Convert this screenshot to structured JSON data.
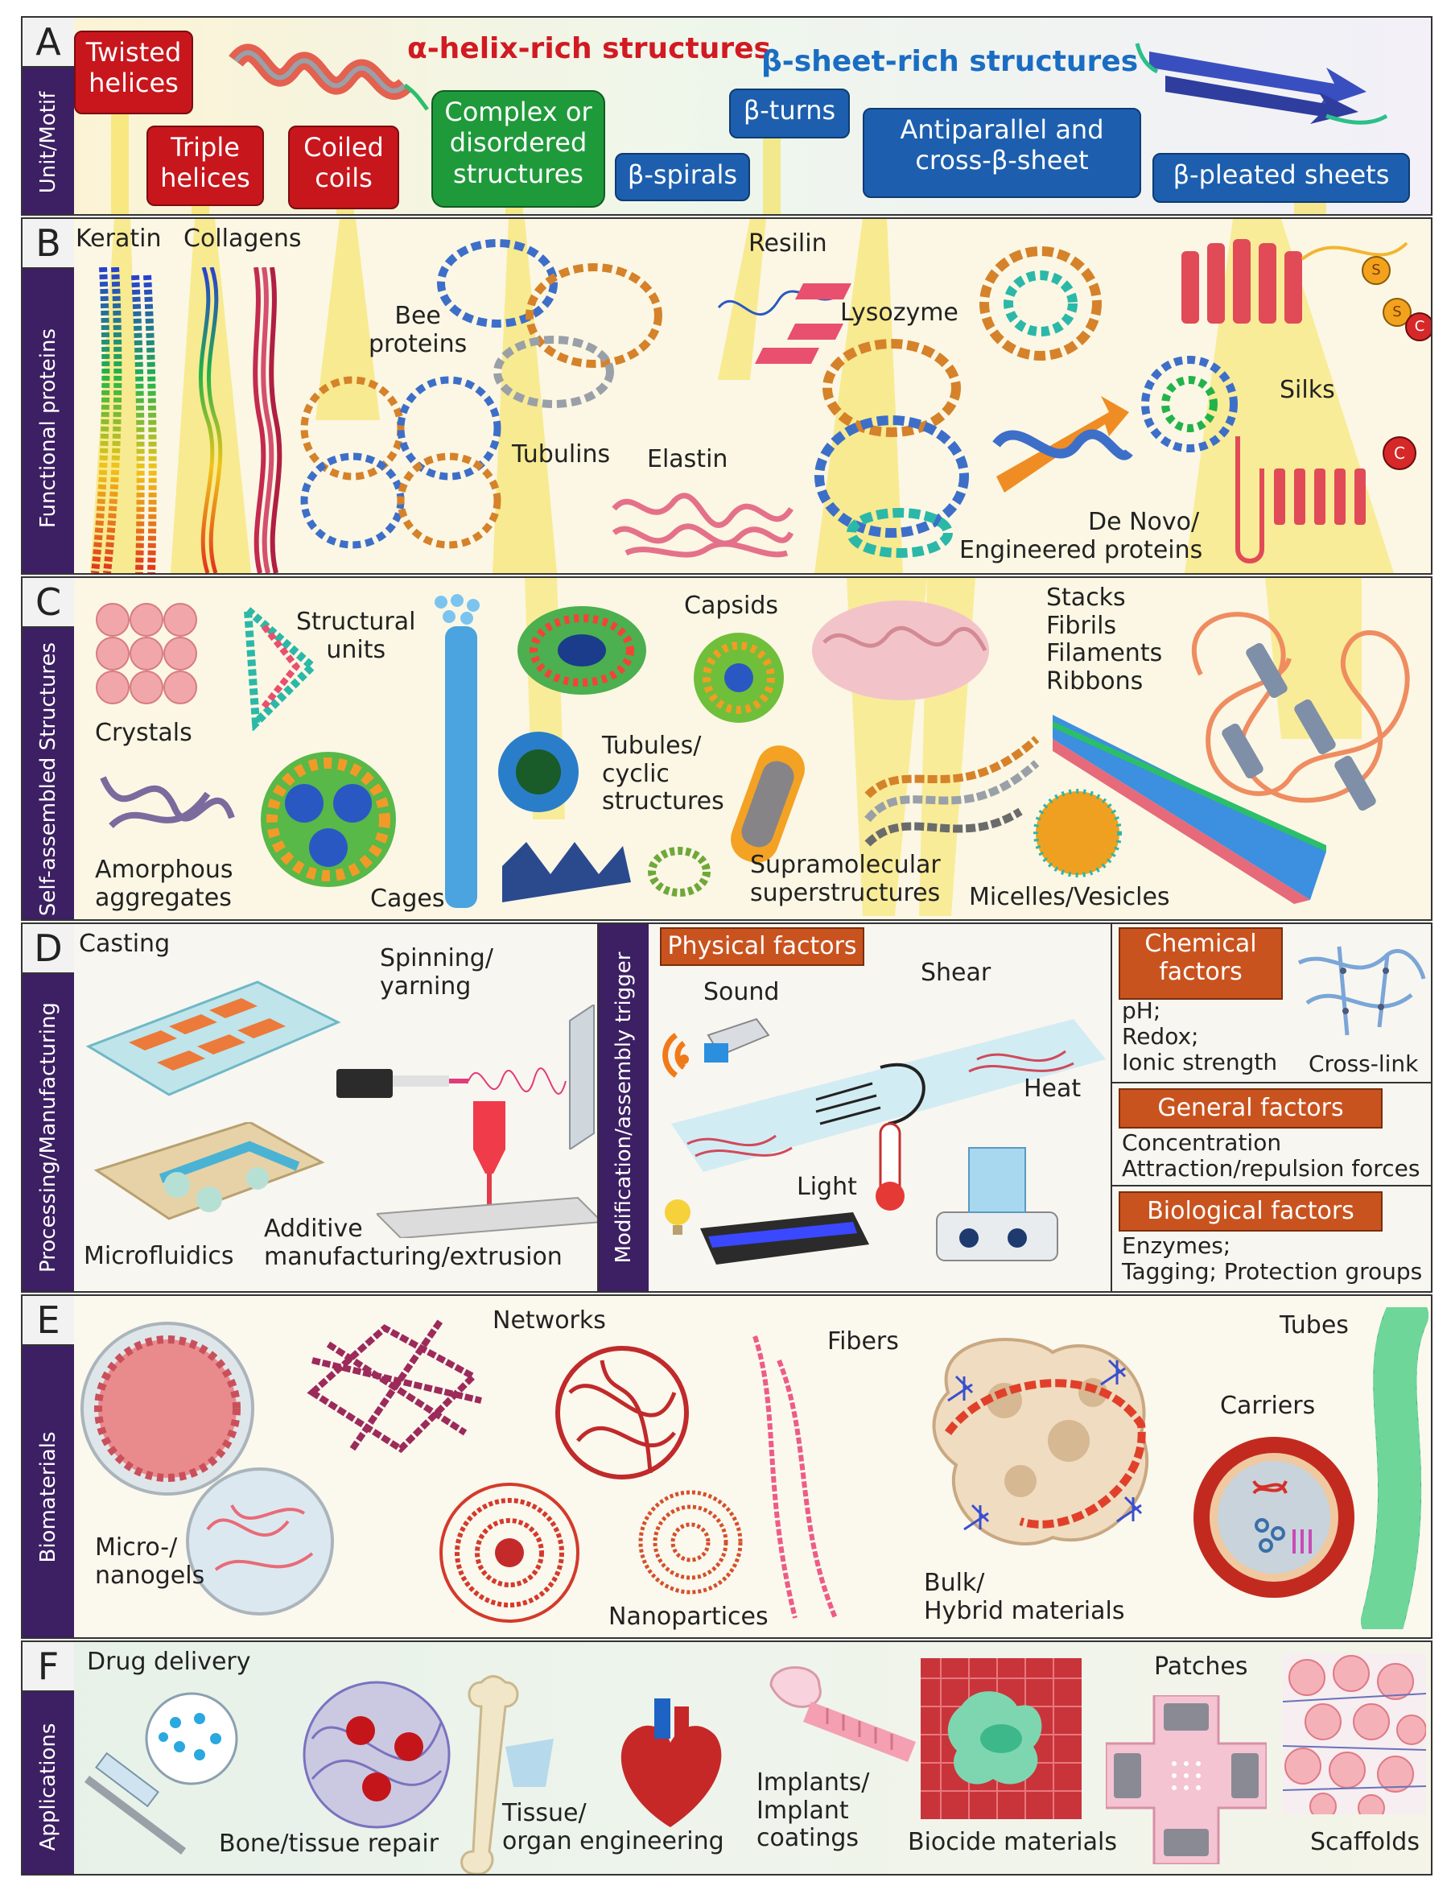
{
  "panels": {
    "A": {
      "letter": "A",
      "label": "Unit/Motif"
    },
    "B": {
      "letter": "B",
      "label": "Functional proteins"
    },
    "C": {
      "letter": "C",
      "label": "Self-assembled Structures"
    },
    "D": {
      "letter": "D",
      "label": "Processing/Manufacturing"
    },
    "D2": {
      "label": "Modification/assembly trigger"
    },
    "E": {
      "letter": "E",
      "label": "Biomaterials"
    },
    "F": {
      "letter": "F",
      "label": "Applications"
    }
  },
  "motifs": {
    "alpha_title": "α-helix-rich structures",
    "beta_title": "β-sheet-rich structures",
    "twisted": [
      "Twisted",
      "helices"
    ],
    "triple": [
      "Triple",
      "helices"
    ],
    "coiled": [
      "Coiled",
      "coils"
    ],
    "complex": [
      "Complex or",
      "disordered",
      "structures"
    ],
    "spirals": "β-spirals",
    "turns": "β-turns",
    "antiparallel": [
      "Antiparallel and",
      "cross-β-sheet"
    ],
    "pleated": "β-pleated sheets"
  },
  "proteins": {
    "keratin": "Keratin",
    "collagens": "Collagens",
    "bee": [
      "Bee",
      "proteins"
    ],
    "tubulins": "Tubulins",
    "resilin": "Resilin",
    "lysozyme": "Lysozyme",
    "elastin": "Elastin",
    "silks": "Silks",
    "denovo": [
      "De Novo/",
      "Engineered proteins"
    ],
    "s": "S",
    "c": "C"
  },
  "structures": {
    "crystals": "Crystals",
    "structural": [
      "Structural",
      "units"
    ],
    "amorphous": [
      "Amorphous",
      "aggregates"
    ],
    "cages": "Cages",
    "capsids": "Capsids",
    "tubules": [
      "Tubules/",
      "cyclic",
      "structures"
    ],
    "stacks": [
      "Stacks",
      "Fibrils",
      "Filaments",
      "Ribbons"
    ],
    "supra": [
      "Supramolecular",
      "superstructures"
    ],
    "micelles": "Micelles/Vesicles"
  },
  "processing": {
    "casting": "Casting",
    "spinning": [
      "Spinning/",
      "yarning"
    ],
    "microfluidics": "Microfluidics",
    "additive": [
      "Additive",
      "manufacturing/extrusion"
    ]
  },
  "triggers": {
    "physical": "Physical factors",
    "sound": "Sound",
    "shear": "Shear",
    "heat": "Heat",
    "light": "Light",
    "chemical": [
      "Chemical",
      "factors"
    ],
    "chem_items": [
      "pH;",
      "Redox;",
      "Ionic strength"
    ],
    "crosslink": "Cross-link",
    "general": "General factors",
    "general_items": [
      "Concentration",
      "Attraction/repulsion forces"
    ],
    "biological": "Biological factors",
    "bio_items": [
      "Enzymes;",
      "Tagging; Protection groups"
    ]
  },
  "biomaterials": {
    "networks": "Networks",
    "fibers": "Fibers",
    "tubes": "Tubes",
    "carriers": "Carriers",
    "nanogels": [
      "Micro-/",
      "nanogels"
    ],
    "nanoparticles": "Nanopartices",
    "bulk": [
      "Bulk/",
      "Hybrid materials"
    ]
  },
  "applications": {
    "drug": "Drug delivery",
    "bone": "Bone/tissue repair",
    "tissue": [
      "Tissue/",
      "organ engineering"
    ],
    "implants": [
      "Implants/",
      "Implant",
      "coatings"
    ],
    "biocide": "Biocide materials",
    "patches": "Patches",
    "scaffolds": "Scaffolds"
  },
  "colors": {
    "sidebar": "#3d1f63",
    "alpha": "#c8161d",
    "beta": "#1d5fae",
    "green": "#1f9a3b",
    "orange": "#c9531f",
    "ray": "#f6de3c"
  }
}
